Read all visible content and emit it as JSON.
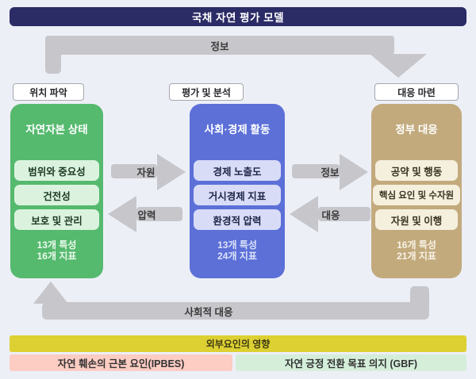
{
  "header": {
    "title": "국채 자연 평가 모델"
  },
  "top_arrow": {
    "label": "정보"
  },
  "stage_labels": [
    {
      "label": "위치 파악"
    },
    {
      "label": "평가 및 분석"
    },
    {
      "label": "대응 마련"
    }
  ],
  "columns": [
    {
      "title": "자연자본 상태",
      "items": [
        "범위와 중요성",
        "건전성",
        "보호 및 관리"
      ],
      "stats": [
        "13개 특성",
        "16개 지표"
      ]
    },
    {
      "title": "사회·경제 활동",
      "items": [
        "경제 노출도",
        "거시경제 지표",
        "환경적 압력"
      ],
      "stats": [
        "13개 특성",
        "24개 지표"
      ]
    },
    {
      "title": "정부 대응",
      "items": [
        "공약 및 행동",
        "핵심 요인 및 수자원",
        "자원 및 이행"
      ],
      "stats": [
        "16개 특성",
        "21개 지표"
      ]
    }
  ],
  "flow_arrows": {
    "resources": "자원",
    "pressure": "압력",
    "information": "정보",
    "response": "대응",
    "societal_response": "사회적 대응"
  },
  "footer": {
    "external_factors": "외부요인의 영향",
    "ipbes": "자연 훼손의 근본 요인(IPBES)",
    "gbf": "자연 긍정 전환 목표 의지 (GBF)"
  },
  "colors": {
    "background": "#edeff7",
    "header_navy": "#2b2b66",
    "arrow_gray": "#c6c6cb",
    "green_column": "#55b96e",
    "green_item": "#dbf3de",
    "blue_column": "#5c70d8",
    "blue_item": "#d8dcf7",
    "tan_column": "#c2aa7d",
    "tan_item": "#f5efde",
    "yellow_bar": "#ddd033",
    "pink_box": "#fdccc3",
    "mint_box": "#d4eeda"
  }
}
